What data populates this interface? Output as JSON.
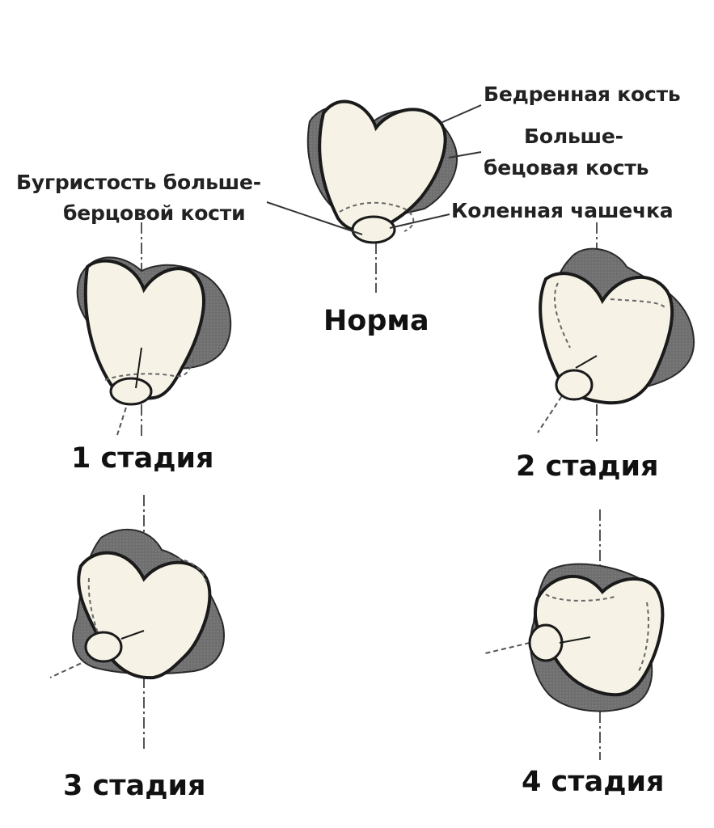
{
  "labels": {
    "femur": "Бедренная кость",
    "tibia_line1": "Больше-",
    "tibia_line2": "бецовая кость",
    "tuberosity_line1": "Бугристость больше-",
    "tuberosity_line2": "берцовой кости",
    "patella": "Коленная чашечка"
  },
  "stages": {
    "norm": "Норма",
    "stage1": "1 стадия",
    "stage2": "2 стадия",
    "stage3": "3 стадия",
    "stage4": "4 стадия"
  },
  "colors": {
    "bone_fill": "#f6f3e6",
    "tibia_shadow": "#6b6b6b",
    "outline": "#1a1a1a",
    "axis": "#555555"
  }
}
